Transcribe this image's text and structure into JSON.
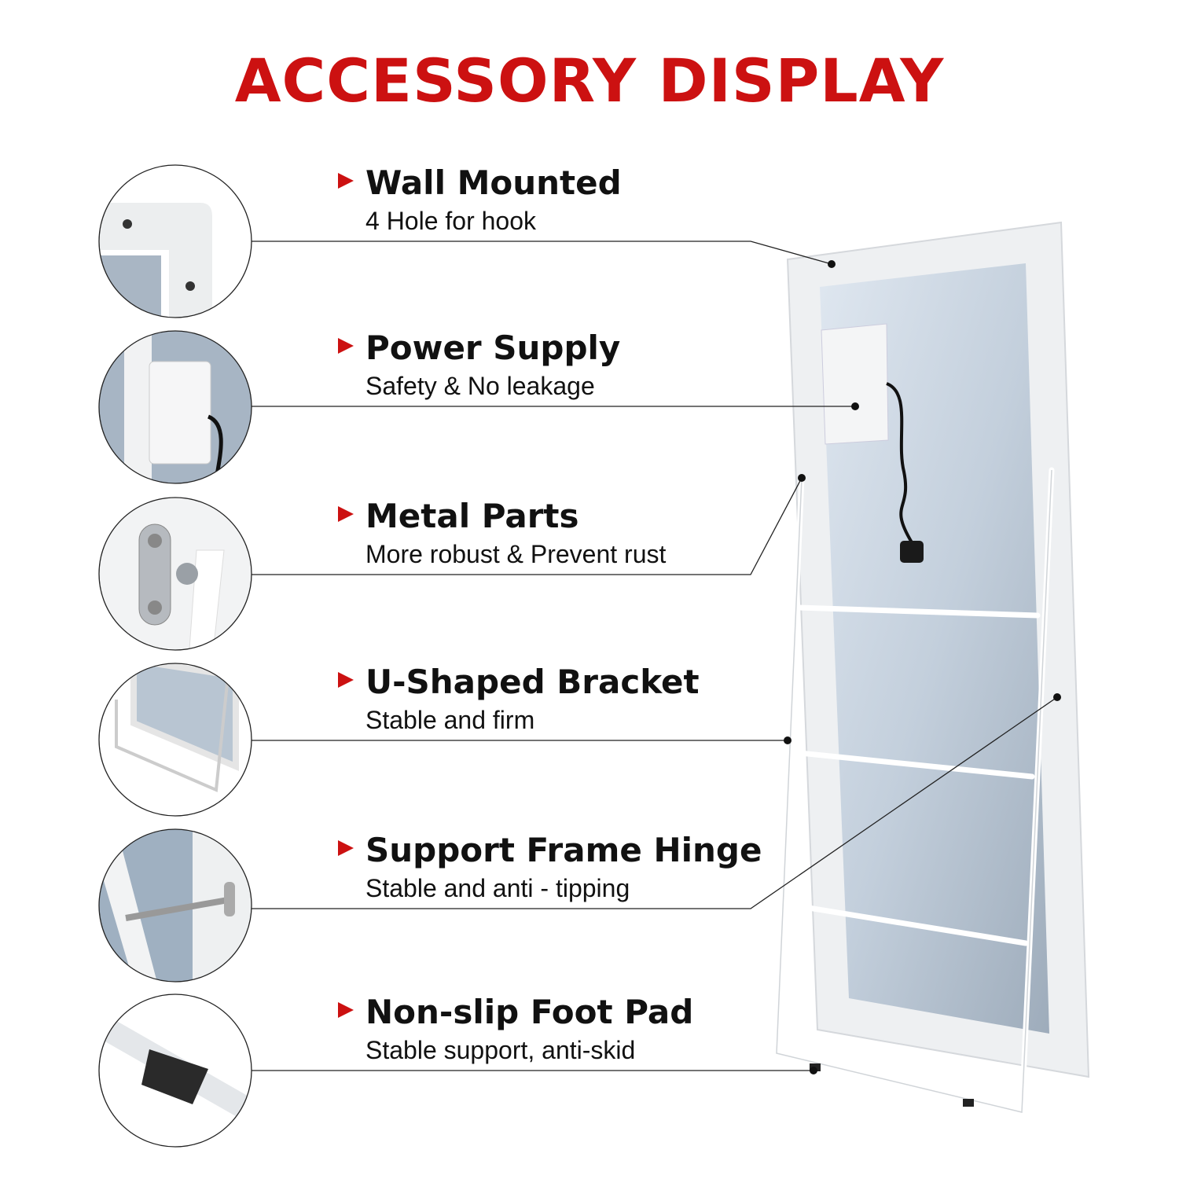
{
  "title": "ACCESSORY DISPLAY",
  "accent_color": "#cc1111",
  "features": [
    {
      "heading": "Wall Mounted",
      "subtitle": "4 Hole for hook"
    },
    {
      "heading": "Power Supply",
      "subtitle": "Safety & No leakage"
    },
    {
      "heading": "Metal Parts",
      "subtitle": "More robust & Prevent rust"
    },
    {
      "heading": "U-Shaped Bracket",
      "subtitle": "Stable and firm"
    },
    {
      "heading": "Support Frame Hinge",
      "subtitle": "Stable and anti - tipping"
    },
    {
      "heading": "Non-slip Foot Pad",
      "subtitle": "Stable support, anti-skid"
    }
  ]
}
